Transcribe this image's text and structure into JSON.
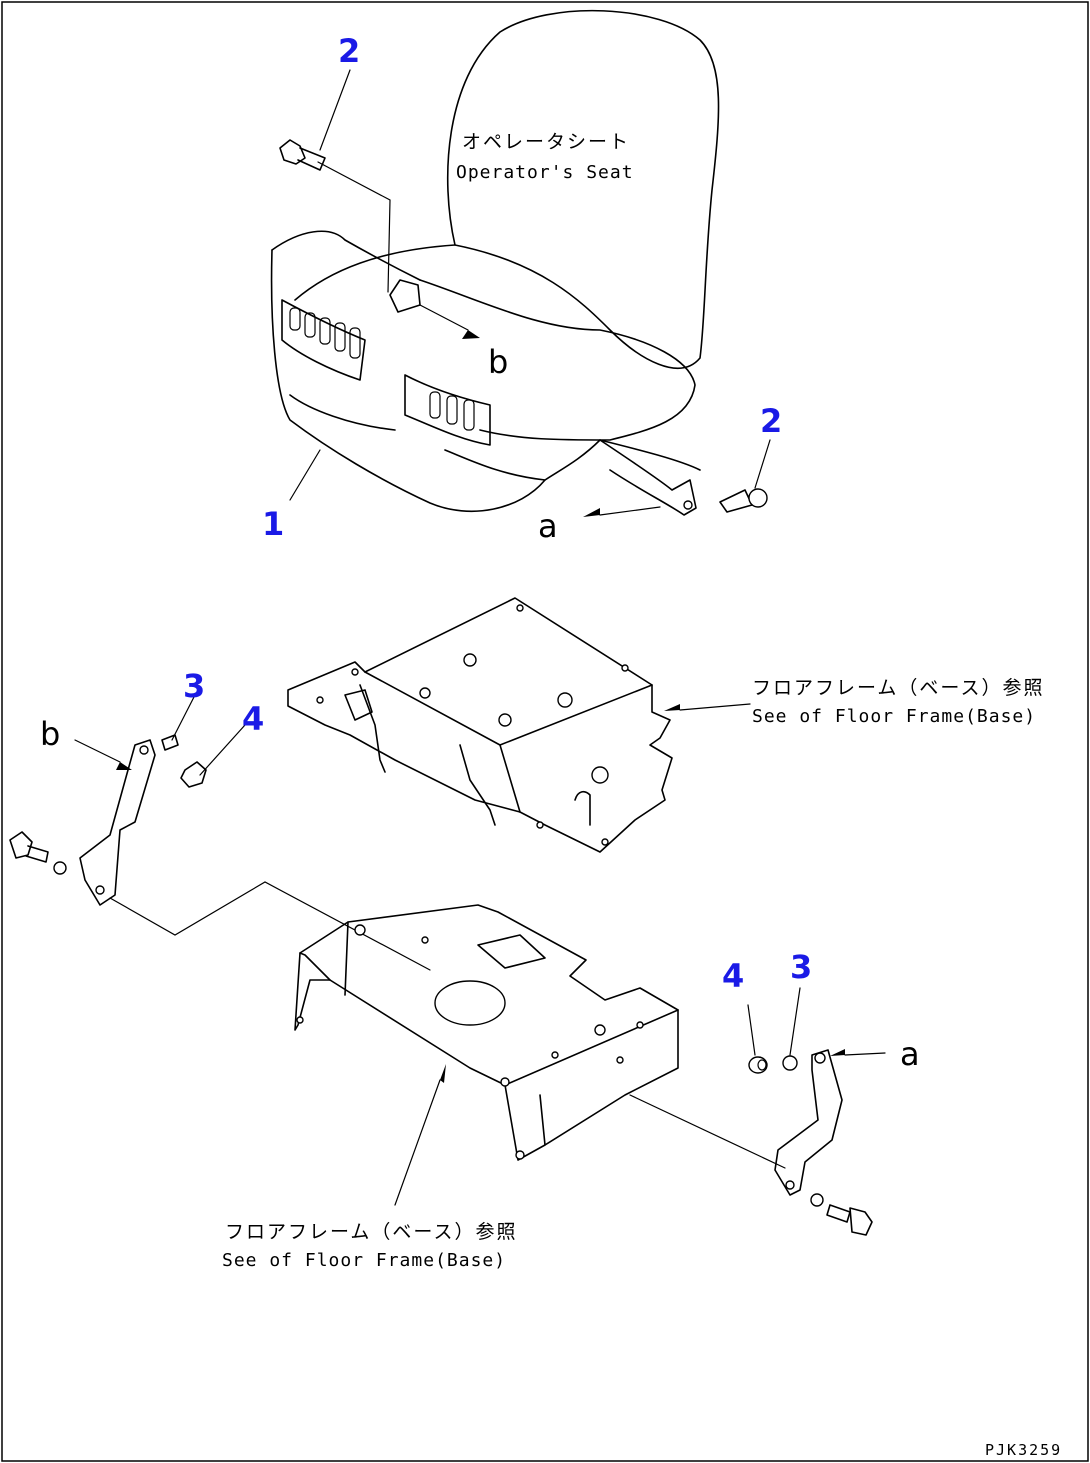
{
  "colors": {
    "callout": "#1a1ae6",
    "line": "#000000",
    "background": "#ffffff"
  },
  "seat_label": {
    "jp": "オペレータシート",
    "en": "Operator's Seat"
  },
  "floor_frame_ref_upper": {
    "jp": "フロアフレーム（ベース）参照",
    "en": "See of Floor Frame(Base)"
  },
  "floor_frame_ref_lower": {
    "jp": "フロアフレーム（ベース）参照",
    "en": "See of Floor Frame(Base)"
  },
  "callouts": {
    "c1": "1",
    "c2_top": "2",
    "c2_right": "2",
    "c3_left": "3",
    "c4_left": "4",
    "c4_right": "4",
    "c3_right": "3"
  },
  "connectors": {
    "b_seat": "b",
    "a_seat": "a",
    "b_bracket": "b",
    "a_bracket": "a"
  },
  "drawing_code": "PJK3259"
}
